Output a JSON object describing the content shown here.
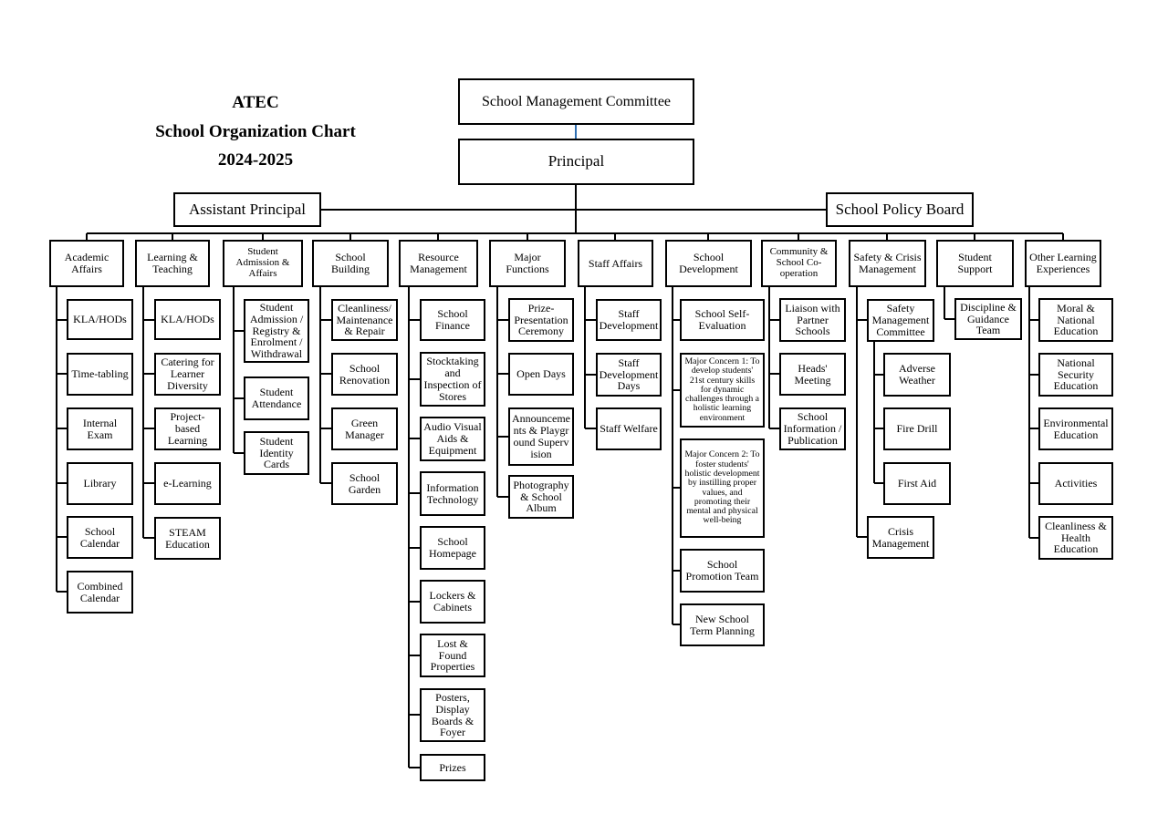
{
  "header": {
    "line1": "ATEC",
    "line2": "School Organization Chart",
    "line3": "2024-2025"
  },
  "top": {
    "smc": "School Management Committee",
    "principal": "Principal",
    "assistant_principal": "Assistant Principal",
    "policy_board": "School Policy Board"
  },
  "departments": [
    {
      "name": "Academic Affairs",
      "items": [
        "KLA/HODs",
        "Time-tabling",
        "Internal Exam",
        "Library",
        "School Calendar",
        "Combined Calendar"
      ]
    },
    {
      "name": "Learning & Teaching",
      "items": [
        "KLA/HODs",
        "Catering for Learner Diversity",
        "Project-based Learning",
        "e-Learning",
        "STEAM Education"
      ]
    },
    {
      "name": "Student Admission & Affairs",
      "items": [
        "Student Admission / Registry & Enrolment / Withdrawal",
        "Student Attendance",
        "Student Identity Cards"
      ]
    },
    {
      "name": "School Building",
      "items": [
        "Cleanliness/ Maintenance & Repair",
        "School Renovation",
        "Green Manager",
        "School Garden"
      ]
    },
    {
      "name": "Resource Management",
      "items": [
        "School Finance",
        "Stocktaking and Inspection of Stores",
        "Audio Visual Aids & Equipment",
        "Information Technology",
        "School Homepage",
        "Lockers & Cabinets",
        "Lost & Found Properties",
        "Posters, Display Boards & Foyer",
        "Prizes"
      ]
    },
    {
      "name": "Major Functions",
      "items": [
        "Prize-Presentation Ceremony",
        "Open Days",
        "Announcements & Playground Supervision",
        "Photography & School Album"
      ]
    },
    {
      "name": "Staff Affairs",
      "items": [
        "Staff Development",
        "Staff Development Days",
        "Staff Welfare"
      ]
    },
    {
      "name": "School Development",
      "items": [
        "School Self-Evaluation",
        "Major Concern 1: To develop students' 21st century skills for dynamic challenges through a holistic learning environment",
        "Major Concern 2: To foster students' holistic development by instilling proper values, and promoting their mental and physical well-being",
        "School Promotion Team",
        "New School Term Planning"
      ]
    },
    {
      "name": "Community & School Co-operation",
      "items": [
        "Liaison with Partner Schools",
        "Heads' Meeting",
        "School Information / Publication"
      ]
    },
    {
      "name": "Safety & Crisis Management",
      "items": [
        "Safety Management Committee",
        "Crisis Management"
      ],
      "subitems": [
        "Adverse Weather",
        "Fire Drill",
        "First Aid"
      ]
    },
    {
      "name": "Student Support",
      "items": [
        "Discipline & Guidance Team"
      ]
    },
    {
      "name": "Other Learning Experiences",
      "items": [
        "Moral & National Education",
        "National Security Education",
        "Environmental Education",
        "Activities",
        "Cleanliness & Health Education"
      ]
    }
  ]
}
